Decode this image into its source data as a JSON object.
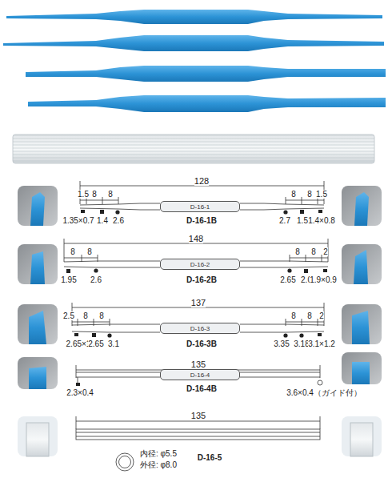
{
  "diagram": {
    "nodes": [
      {
        "text": [
          "D-16-1"
        ]
      },
      {
        "text": [
          "D-16-2"
        ]
      },
      {
        "text": [
          "D-16-3"
        ]
      },
      {
        "text": [
          "D-16-4"
        ]
      }
    ],
    "labels": [
      "128",
      "1.5",
      "8",
      "8",
      "8",
      "8",
      "1.5",
      "1.35×0.7",
      "1.4",
      "2.6",
      "2.7",
      "1.5",
      "1.4×0.8",
      "D-16-1B",
      "148",
      "8",
      "8",
      "8",
      "8",
      "2",
      "1.95",
      "2.6",
      "2.65",
      "2.0",
      "1.9×0.9",
      "D-16-2B",
      "137",
      "2.5",
      "8",
      "8",
      "8",
      "8",
      "2",
      "2.65×1",
      "2.65",
      "3.1",
      "3.35",
      "3.18",
      "3.1×1.2",
      "D-16-3B",
      "135",
      "2.3×0.4",
      "3.6×0.4（ガイド付）",
      "D-16-4B",
      "135",
      "内径: φ5.5",
      "外径: φ8.0",
      "D-16-5"
    ]
  }
}
